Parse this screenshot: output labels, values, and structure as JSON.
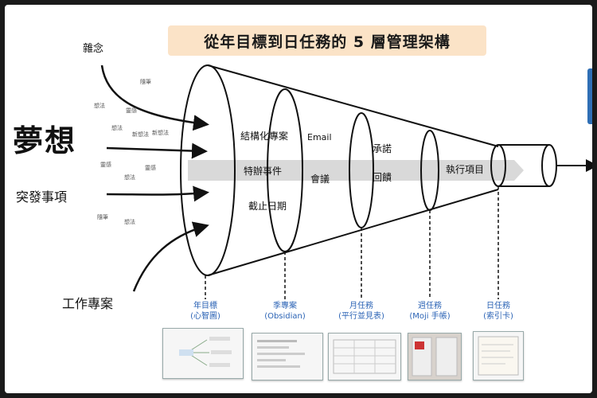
{
  "title": "從年目標到日任務的 5 層管理架構",
  "inputs": {
    "top": "雜念",
    "big": "夢想",
    "mid": "突發事項",
    "bottom": "工作專案"
  },
  "small_notes": [
    "隨筆",
    "想法",
    "靈感",
    "想法",
    "新想法",
    "新想法",
    "靈感",
    "想法",
    "靈感",
    "隨筆",
    "想法"
  ],
  "funnel_text": {
    "col1": [
      "結構化專案",
      "特辦事件",
      "截止日期"
    ],
    "col2": [
      "Email",
      "會議"
    ],
    "col3": [
      "承諾",
      "回饋"
    ],
    "col4": [
      "執行項目"
    ]
  },
  "stages": [
    {
      "name": "年目標",
      "tool": "(心智圖)"
    },
    {
      "name": "季專案",
      "tool": "(Obsidian)"
    },
    {
      "name": "月任務",
      "tool": "(平行並見表)"
    },
    {
      "name": "週任務",
      "tool": "(Moji 手帳)"
    },
    {
      "name": "日任務",
      "tool": "(索引卡)"
    }
  ],
  "colors": {
    "stage_text": "#2b63b5",
    "title_bg": "#fbe3c7",
    "flow_band": "#d9d9d9"
  }
}
